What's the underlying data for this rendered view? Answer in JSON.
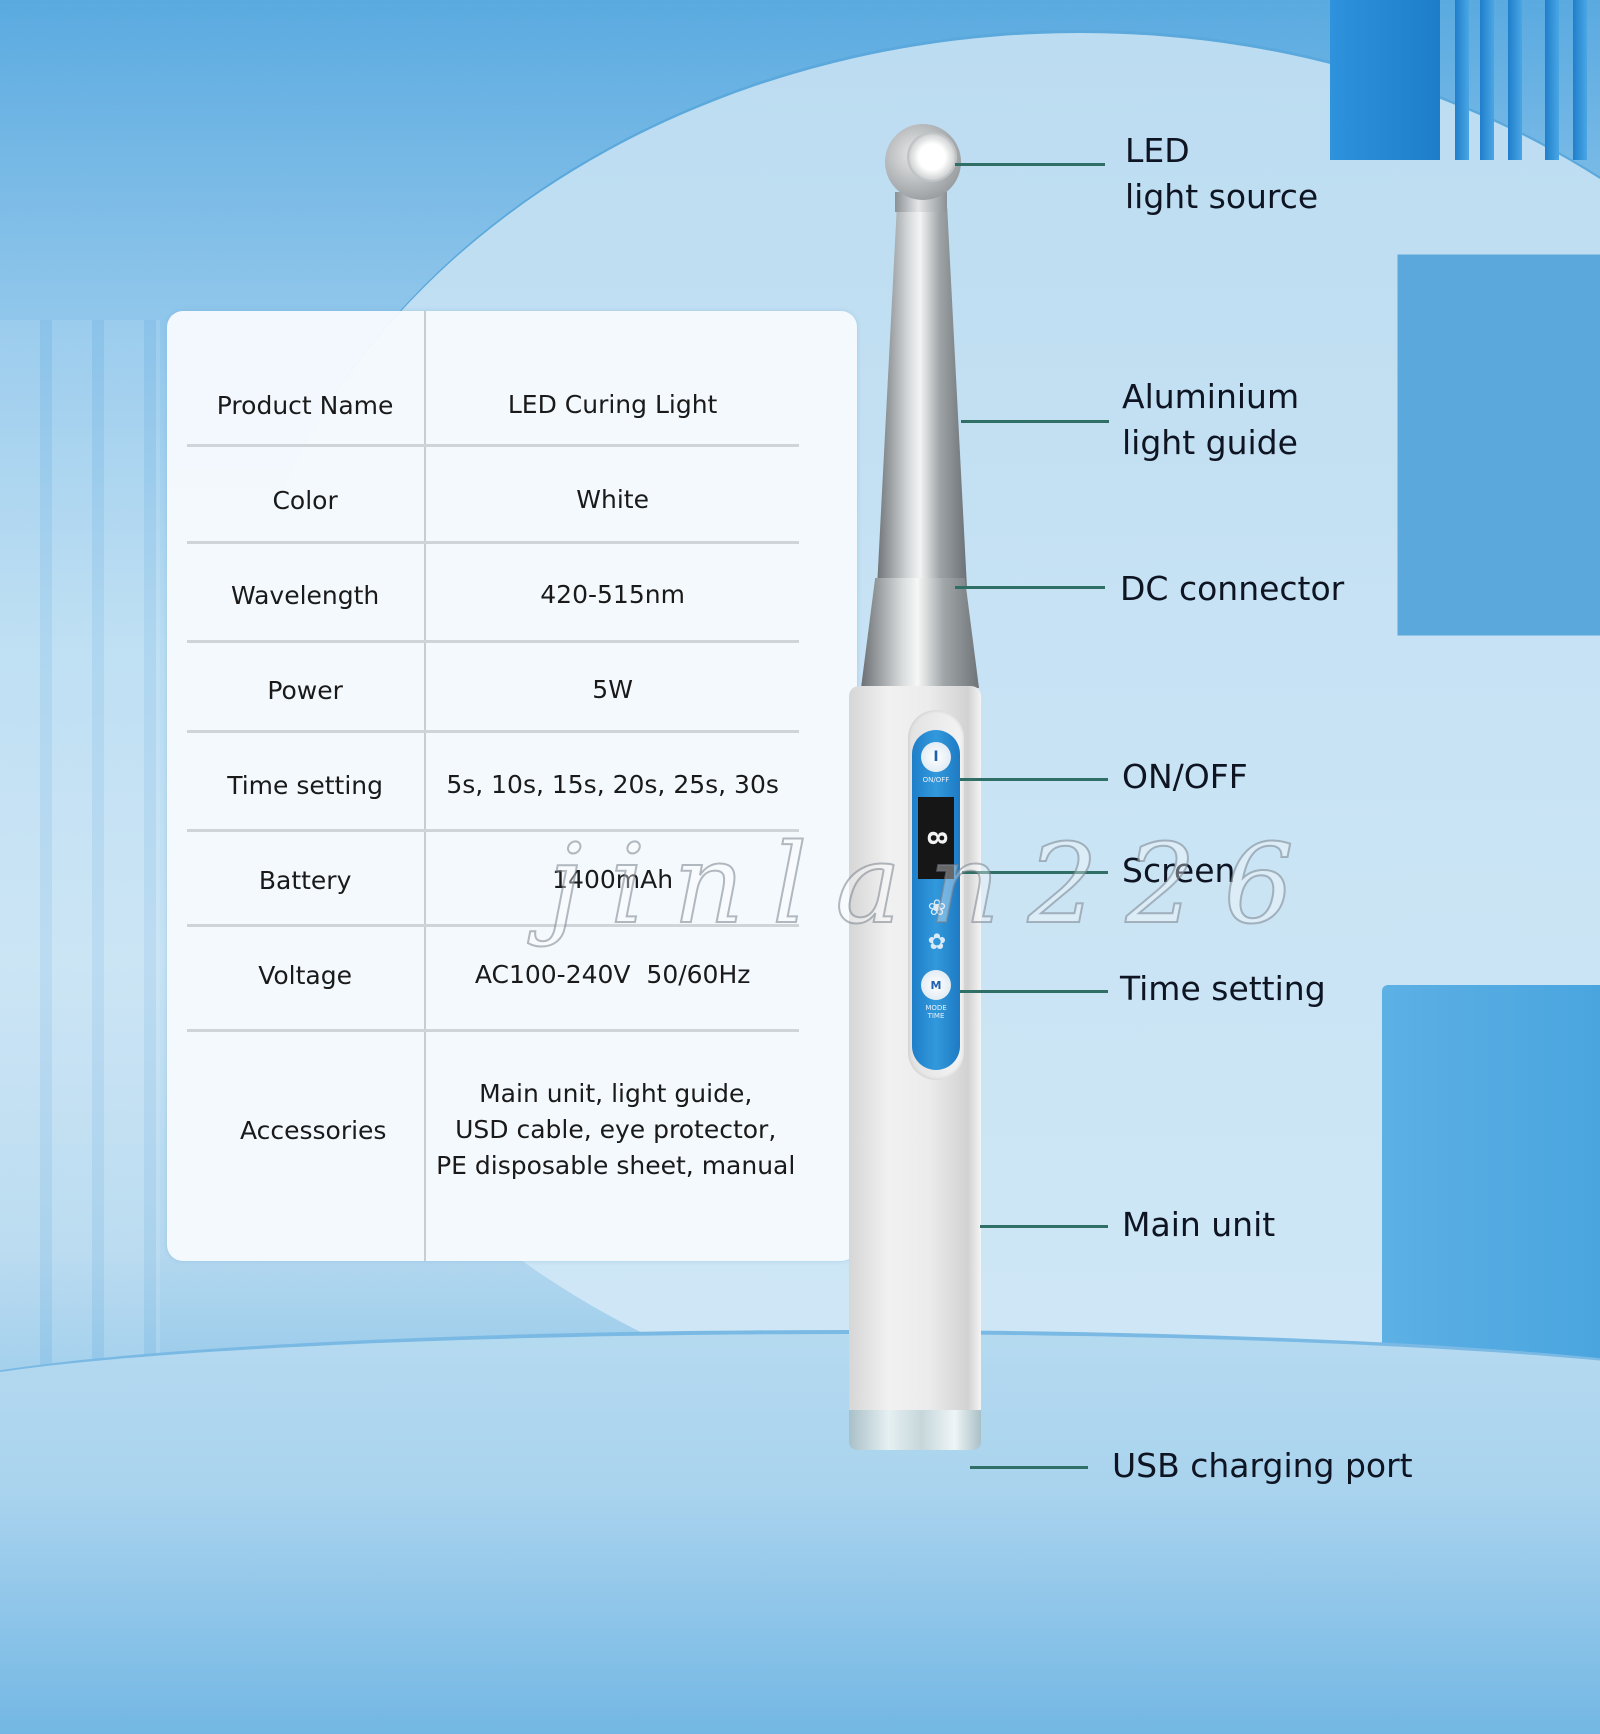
{
  "spec_table": {
    "rows": [
      {
        "label": "Product Name",
        "value": "LED Curing Light"
      },
      {
        "label": "Color",
        "value": "White"
      },
      {
        "label": "Wavelength",
        "value": "420-515nm"
      },
      {
        "label": "Power",
        "value": "5W"
      },
      {
        "label": "Time setting",
        "value": "5s, 10s, 15s, 20s, 25s, 30s"
      },
      {
        "label": "Battery",
        "value": "1400mAh"
      },
      {
        "label": "Voltage",
        "value": "AC100-240V  50/60Hz"
      },
      {
        "label": "Accessories",
        "value_lines": [
          "Main unit, light guide,",
          "USD cable, eye protector,",
          "PE disposable sheet, manual"
        ]
      }
    ]
  },
  "device": {
    "on_off_button": {
      "icon": "power-icon",
      "glyph": "I",
      "caption": "ON/OFF"
    },
    "screen_digit": "8",
    "time_button": {
      "icon": "mode-time-icon",
      "glyph": "M",
      "caption_line1": "MODE",
      "caption_line2": "TIME"
    }
  },
  "callouts": [
    {
      "label_line1": "LED",
      "label_line2": "light source"
    },
    {
      "label_line1": "Aluminium",
      "label_line2": "light guide"
    },
    {
      "label": "DC connector"
    },
    {
      "label": "ON/OFF"
    },
    {
      "label": "Screen"
    },
    {
      "label": "Time setting"
    },
    {
      "label": "Main unit"
    },
    {
      "label": "USB charging port"
    }
  ],
  "watermark": "jinlan226",
  "colors": {
    "callout_line": "#2f6f66",
    "panel_blue": "#2a8fd6",
    "background_blue": "#8cc4ea",
    "text": "#1a1a1a"
  }
}
